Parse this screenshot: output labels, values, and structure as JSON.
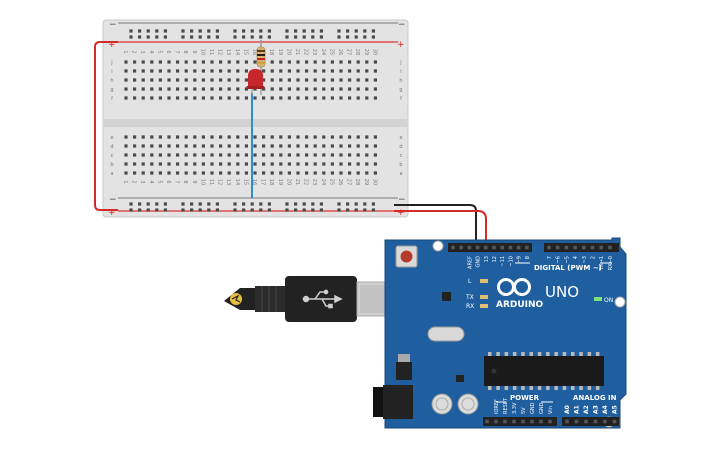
{
  "breadboard": {
    "columns": [
      "1",
      "2",
      "3",
      "4",
      "5",
      "6",
      "7",
      "8",
      "9",
      "10",
      "11",
      "12",
      "13",
      "14",
      "15",
      "16",
      "17",
      "18",
      "19",
      "20",
      "21",
      "22",
      "23",
      "24",
      "25",
      "26",
      "27",
      "28",
      "29",
      "30"
    ],
    "rows_top": [
      "j",
      "i",
      "h",
      "g",
      "f"
    ],
    "rows_bottom": [
      "e",
      "d",
      "c",
      "b",
      "a"
    ],
    "rail_minus": "−",
    "rail_plus": "+"
  },
  "arduino": {
    "brand": "ARDUINO",
    "model": "UNO",
    "digital_label": "DIGITAL (PWM ~)",
    "power_label": "POWER",
    "analog_label": "ANALOG IN",
    "on_label": "ON",
    "l_label": "L",
    "tx_label": "TX",
    "rx_label": "RX",
    "top_pins": [
      "AREF",
      "GND",
      "13",
      "12",
      "~11",
      "~10",
      "~9",
      "8",
      "7",
      "~6",
      "~5",
      "4",
      "~3",
      "2",
      "TX→1",
      "RX←0"
    ],
    "power_pins": [
      "IOREF",
      "RESET",
      "3.3V",
      "5V",
      "GND",
      "GND",
      "Vin"
    ],
    "analog_pins": [
      "A0",
      "A1",
      "A2",
      "A3",
      "A4",
      "A5"
    ]
  },
  "colors": {
    "board": "#1f5fa0",
    "breadboard": "#e3e3e3",
    "wire_red": "#d42a2a",
    "wire_black": "#222222",
    "wire_blue": "#2a8fd0",
    "led": "#c8262a"
  }
}
